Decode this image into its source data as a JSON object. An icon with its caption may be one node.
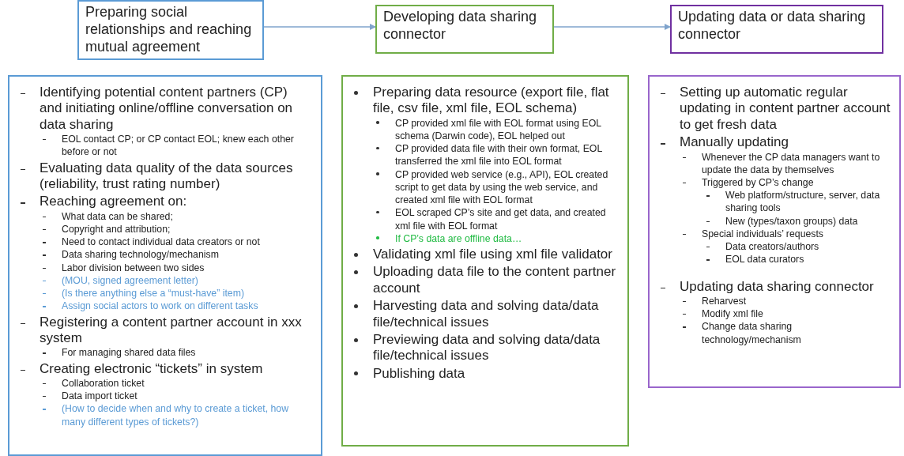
{
  "diagram": {
    "nodes": [
      {
        "text": [
          "Preparing social relationships and reaching mutual agreement"
        ]
      },
      {
        "text": [
          "Developing data sharing connector"
        ]
      },
      {
        "text": [
          "Updating data or data sharing connector"
        ]
      },
      {
        "text": [
          "Identifying potential content partners (CP) and initiating online/offline conversation on data sharing",
          "EOL contact CP; or CP contact EOL; knew each other before or not",
          "Evaluating data quality of the data sources (reliability, trust rating number)",
          "Reaching agreement on:",
          "What data can be shared;",
          "Copyright and attribution;",
          "Need to contact individual data creators or not",
          "Data sharing technology/mechanism",
          "Labor division between two sides",
          "(MOU, signed agreement letter)",
          "(Is there anything else a “must-have” item)",
          "Assign social actors to work on different tasks",
          "Registering a content partner account in xxx system",
          "For managing shared data files",
          "Creating electronic “tickets” in system",
          "Collaboration ticket",
          "Data import ticket",
          "(How to decide when and why to create a ticket, how many different types of tickets?)"
        ]
      },
      {
        "text": [
          "Preparing data resource (export file, flat file, csv file, xml file, EOL schema)",
          "CP provided xml file with EOL format using EOL schema (Darwin code), EOL helped out",
          "CP provided data file with their own format, EOL transferred the xml file into EOL format",
          "CP provided web service (e.g., API), EOL created script to get data by using the web service, and created xml file with EOL format",
          "EOL scraped CP’s site and get data, and created xml file with EOL format",
          "If CP’s data are offline data…",
          "Validating xml file using xml file validator",
          "Uploading data file to the content partner account",
          "Harvesting data and solving data/data file/technical issues",
          "Previewing data and solving data/data file/technical issues",
          "Publishing data"
        ]
      },
      {
        "text": [
          "Setting up automatic regular updating in content partner account to get fresh data",
          "Manually updating",
          "Whenever the CP data managers want to update the data by themselves",
          "Triggered by CP’s change",
          "Web platform/structure, server, data sharing tools",
          "New (types/taxon groups) data",
          "Special individuals’ requests",
          "Data creators/authors",
          "EOL data curators",
          "Updating data sharing connector",
          "Reharvest",
          "Modify xml file",
          "Change data sharing technology/mechanism"
        ]
      }
    ],
    "edges": [
      {
        "from": 0,
        "to": 1,
        "arrow": "to"
      },
      {
        "from": 1,
        "to": 2,
        "arrow": "to"
      }
    ]
  }
}
